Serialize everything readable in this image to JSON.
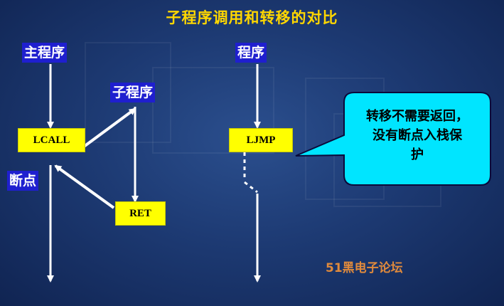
{
  "title": "子程序调用和转移的对比",
  "left": {
    "main_label": "主程序",
    "sub_label": "子程序",
    "call_box": "LCALL",
    "ret_box": "RET",
    "breakpoint_label": "断点"
  },
  "right": {
    "prog_label": "程序",
    "jump_box": "LJMP",
    "callout_line1": "转移不需要返回，",
    "callout_line2": "没有断点入栈保",
    "callout_line3": "护"
  },
  "watermark": "51黑电子论坛",
  "colors": {
    "title": "#ffd700",
    "label_bg": "#1f1fcf",
    "box_bg": "#ffff00",
    "callout_bg": "#00e5ff",
    "arrow": "#ffffff",
    "watermark": "#e08a3c"
  }
}
